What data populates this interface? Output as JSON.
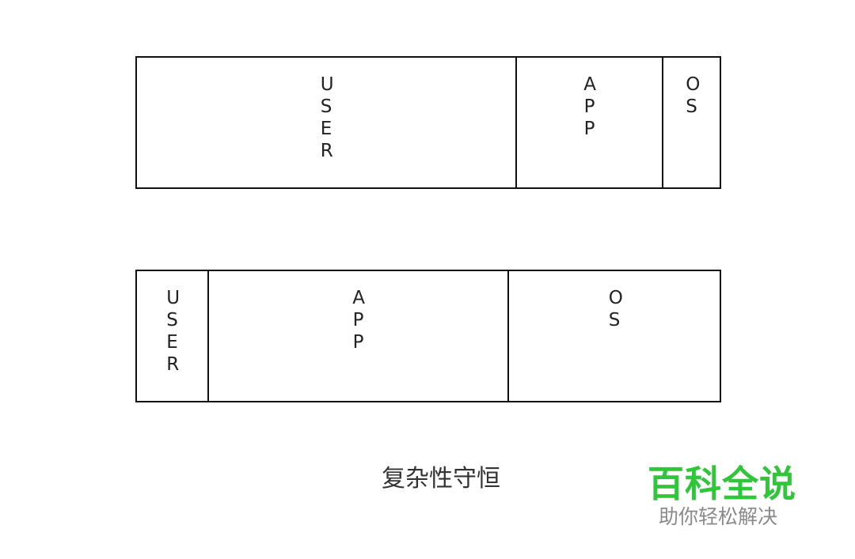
{
  "bars": [
    {
      "segments": [
        {
          "label": "USER",
          "share": 0.646
        },
        {
          "label": "APP",
          "share": 0.251
        },
        {
          "label": "OS",
          "share": 0.103
        }
      ]
    },
    {
      "segments": [
        {
          "label": "USER",
          "share": 0.12
        },
        {
          "label": "APP",
          "share": 0.512
        },
        {
          "label": "OS",
          "share": 0.368
        }
      ]
    }
  ],
  "caption": "复杂性守恒",
  "watermark": {
    "title": "百科全说",
    "subtitle": "助你轻松解决",
    "color": "#2fc63a"
  }
}
